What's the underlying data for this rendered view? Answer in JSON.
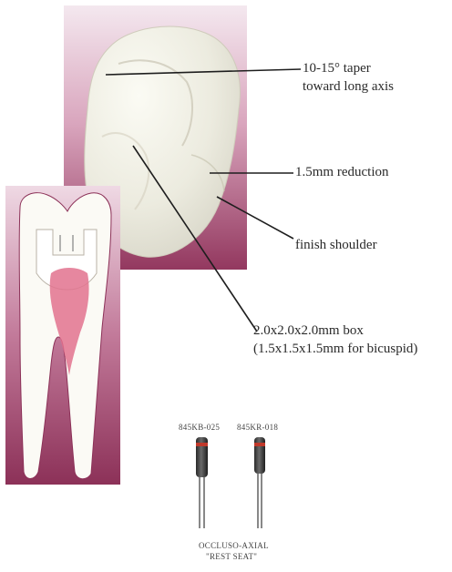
{
  "annotations": {
    "taper": [
      "10-15° taper",
      "toward long axis"
    ],
    "reduction": "1.5mm reduction",
    "shoulder": "finish shoulder",
    "box": [
      "2.0x2.0x2.0mm box",
      "(1.5x1.5x1.5mm for bicuspid)"
    ]
  },
  "burs": {
    "left_code": "845KB-025",
    "right_code": "845KR-018",
    "caption": [
      "OCCLUSO-AXIAL",
      "\"REST SEAT\""
    ]
  },
  "colors": {
    "panel_top": "#f4e8ef",
    "panel_bottom": "#93385f",
    "pulp": "#e2728e",
    "leader": "#1e1e1e",
    "bur_band": "#c0392b"
  }
}
